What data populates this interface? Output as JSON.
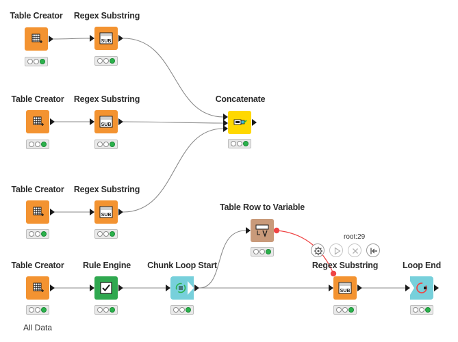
{
  "workflow": {
    "nodes": [
      {
        "id": "table-creator-1",
        "title": "Table Creator",
        "kind": "table-creator",
        "color": "#f39331",
        "status": "executed"
      },
      {
        "id": "regex-substring-1",
        "title": "Regex Substring",
        "kind": "regex-substring",
        "color": "#f39331",
        "status": "executed"
      },
      {
        "id": "table-creator-2",
        "title": "Table Creator",
        "kind": "table-creator",
        "color": "#f39331",
        "status": "executed"
      },
      {
        "id": "regex-substring-2",
        "title": "Regex Substring",
        "kind": "regex-substring",
        "color": "#f39331",
        "status": "executed"
      },
      {
        "id": "concatenate",
        "title": "Concatenate",
        "kind": "concatenate",
        "color": "#ffd800",
        "status": "executed"
      },
      {
        "id": "table-creator-3",
        "title": "Table Creator",
        "kind": "table-creator",
        "color": "#f39331",
        "status": "executed"
      },
      {
        "id": "regex-substring-3",
        "title": "Regex Substring",
        "kind": "regex-substring",
        "color": "#f39331",
        "status": "executed"
      },
      {
        "id": "table-row-to-variable",
        "title": "Table Row to Variable",
        "kind": "row-to-variable",
        "color": "#c99a7a",
        "status": "executed"
      },
      {
        "id": "table-creator-4",
        "title": "Table Creator",
        "kind": "table-creator",
        "color": "#f39331",
        "status": "executed",
        "caption": "All Data"
      },
      {
        "id": "rule-engine",
        "title": "Rule Engine",
        "kind": "rule-engine",
        "color": "#2fa84f",
        "status": "executed"
      },
      {
        "id": "chunk-loop-start",
        "title": "Chunk Loop Start",
        "kind": "chunk-loop-start",
        "color": "#77d0db",
        "status": "executed"
      },
      {
        "id": "regex-substring-4",
        "title": "Regex Substring",
        "kind": "regex-substring",
        "color": "#f39331",
        "status": "executed"
      },
      {
        "id": "loop-end",
        "title": "Loop End",
        "kind": "loop-end",
        "color": "#77d0db",
        "status": "executed"
      }
    ],
    "hover_node_label": "root:29",
    "action_bar": [
      {
        "name": "configure-button",
        "icon": "gear-icon"
      },
      {
        "name": "execute-button",
        "icon": "play-icon"
      },
      {
        "name": "cancel-button",
        "icon": "cancel-icon"
      },
      {
        "name": "reset-button",
        "icon": "reset-icon"
      }
    ],
    "colors": {
      "connection": "#8a8a8a",
      "variable_connection": "#ef4444",
      "status_green": "#2bb24c"
    }
  }
}
